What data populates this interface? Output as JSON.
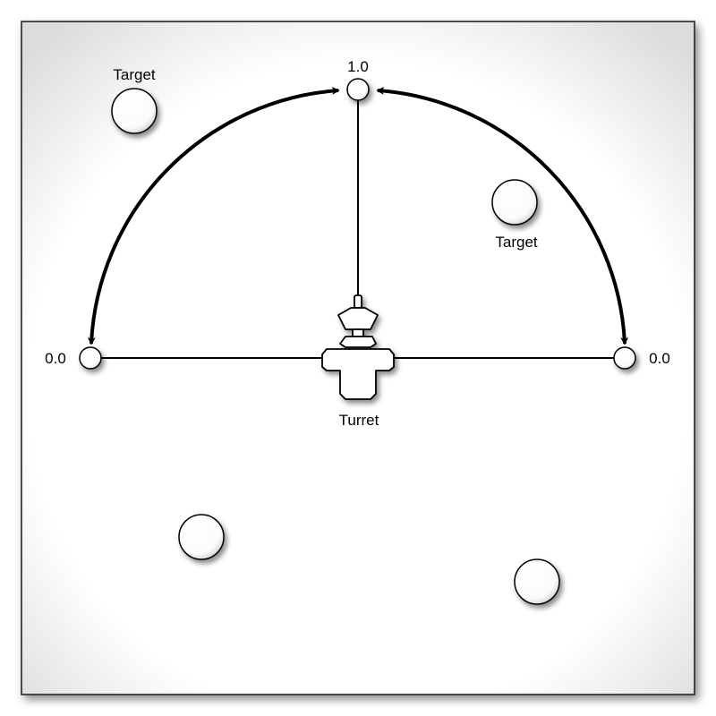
{
  "diagram": {
    "labels": {
      "top_value": "1.0",
      "left_value": "0.0",
      "right_value": "0.0",
      "turret": "Turret",
      "target_a": "Target",
      "target_b": "Target"
    },
    "icons": {
      "turret": "turret-icon",
      "target": "target-icon",
      "endpoint": "endpoint-node-icon",
      "arrow": "double-arrow-arc"
    },
    "colors": {
      "line": "#000000",
      "fill": "#ffffff",
      "frame_border": "#1a1a1a",
      "shadow": "#666666"
    }
  }
}
